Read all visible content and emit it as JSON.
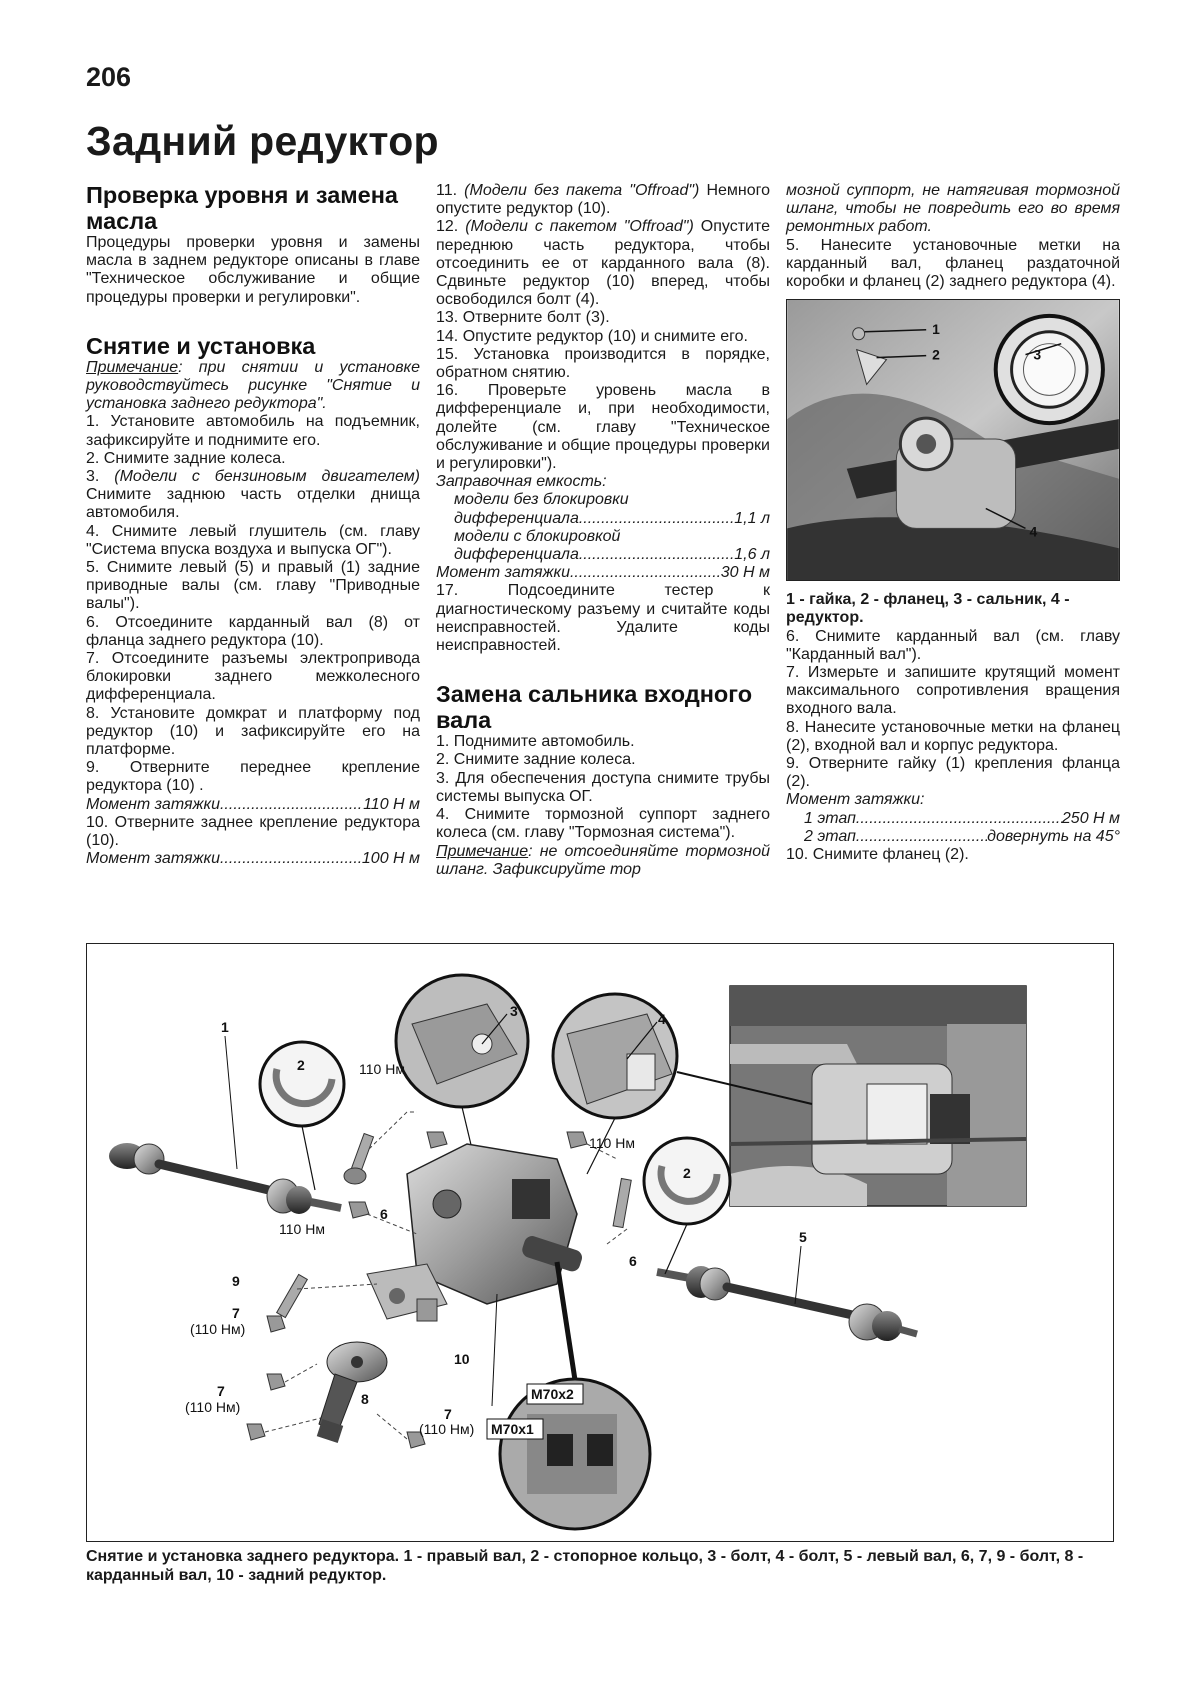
{
  "page_number": "206",
  "title": "Задний редуктор",
  "col1": {
    "h_oil": "Проверка уровня и замена масла",
    "oil_text": "Процедуры проверки уровня и замены масла в заднем редукторе описаны в главе \"Техническое обслуживание и общие процедуры проверки и регулировки\".",
    "h_remove": "Снятие и установка",
    "note_label": "Примечание",
    "note_text": ": при снятии и установке руководствуйтесь рисунке \"Снятие и установка заднего редуктора\".",
    "s1": "1. Установите автомобиль на подъемник, зафиксируйте и поднимите его.",
    "s2": "2. Снимите задние колеса.",
    "s3_num": "3. ",
    "s3_it": "(Модели с бензиновым двигателем)",
    "s3_rest": " Снимите заднюю часть отделки днища автомобиля.",
    "s4": "4. Снимите левый глушитель (см. главу \"Система впуска воздуха и выпуска ОГ\").",
    "s5": "5. Снимите левый (5) и правый (1) задние приводные валы (см. главу \"Приводные валы\").",
    "s6": "6. Отсоедините карданный вал (8) от фланца заднего редуктора (10).",
    "s7": "7. Отсоедините разъемы электропривода блокировки заднего межколесного дифференциала.",
    "s8": "8. Установите домкрат и платформу под редуктор (10) и зафиксируйте его на платформе.",
    "s9": "9. Отверните переднее крепление редуктора (10) .",
    "tq1_label": "Момент затяжки",
    "tq1_val": "110 Н м",
    "s10": "10. Отверните заднее крепление редуктора (10).",
    "tq2_label": "Момент затяжки",
    "tq2_val": "100 Н м"
  },
  "col2": {
    "s11_num": "11. ",
    "s11_it": "(Модели без пакета \"Offroad\")",
    "s11_rest": " Немного опустите редуктор (10).",
    "s12_num": "12. ",
    "s12_it": "(Модели с пакетом \"Offroad\")",
    "s12_rest": " Опустите переднюю часть редуктора, чтобы отсоединить ее от карданного вала (8). Сдвиньте редуктор (10) вперед, чтобы освободился болт (4).",
    "s13": "13. Отверните болт (3).",
    "s14": "14. Опустите редуктор (10) и снимите его.",
    "s15": "15. Установка производится в порядке, обратном снятию.",
    "s16": "16. Проверьте уровень масла в дифференциале и, при необходимости, долейте (см. главу \"Техническое обслуживание и общие процедуры проверки и регулировки\").",
    "cap_label": "Заправочная емкость:",
    "cap1_a": "модели без блокировки",
    "cap1_b": "дифференциала",
    "cap1_val": "1,1 л",
    "cap2_a": "модели с блокировкой",
    "cap2_b": "дифференциала",
    "cap2_val": "1,6 л",
    "tq_label": "Момент затяжки",
    "tq_val": "30 Н м",
    "s17": "17. Подсоедините тестер к диагностическому разъему и считайте коды неисправностей. Удалите коды неисправностей.",
    "h_seal": "Замена сальника входного вала",
    "r1": "1. Поднимите автомобиль.",
    "r2": "2. Снимите задние колеса.",
    "r3": "3. Для обеспечения доступа снимите трубы системы выпуска ОГ.",
    "r4": "4. Снимите тормозной суппорт заднего колеса (см. главу \"Тормозная система\").",
    "note_label": "Примечание",
    "note_text": ": не отсоединяйте тормозной шланг. Зафиксируйте тор"
  },
  "col3": {
    "note_cont": "мозной суппорт, не натягивая тормозной шланг, чтобы не повредить его во время ремонтных работ.",
    "r5": "5. Нанесите установочные метки на карданный вал, фланец раздаточной коробки и фланец (2) заднего редуктора (4).",
    "photo_caption": "1 - гайка, 2 - фланец, 3 - сальник, 4 - редуктор.",
    "r6": "6. Снимите карданный вал (см. главу \"Карданный вал\").",
    "r7": "7. Измерьте и запишите крутящий момент максимального сопротивления вращения входного вала.",
    "r8": "8. Нанесите установочные метки на фланец (2), входной вал и корпус редуктора.",
    "r9": "9. Отверните гайку (1) крепления фланца (2).",
    "tq_label": "Момент затяжки:",
    "st1": "1 этап",
    "st1_val": "250 Н м",
    "st2": "2 этап",
    "st2_val": "довернуть на 45°",
    "r10": "10. Снимите фланец (2).",
    "callouts": [
      "1",
      "2",
      "3",
      "4"
    ]
  },
  "figure": {
    "labels": [
      "1",
      "2",
      "3",
      "4",
      "2",
      "5",
      "6",
      "6",
      "7",
      "7",
      "7",
      "8",
      "9",
      "10"
    ],
    "torque": "110 Нм",
    "torque_paren": "(110 Нм)",
    "m70x2": "M70x2",
    "m70x1": "M70x1",
    "caption": "Снятие и установка заднего редуктора. 1 - правый вал, 2 - стопорное кольцо, 3 - болт, 4 - болт, 5 - левый вал, 6, 7, 9 - болт, 8 - карданный вал, 10 - задний редуктор."
  }
}
